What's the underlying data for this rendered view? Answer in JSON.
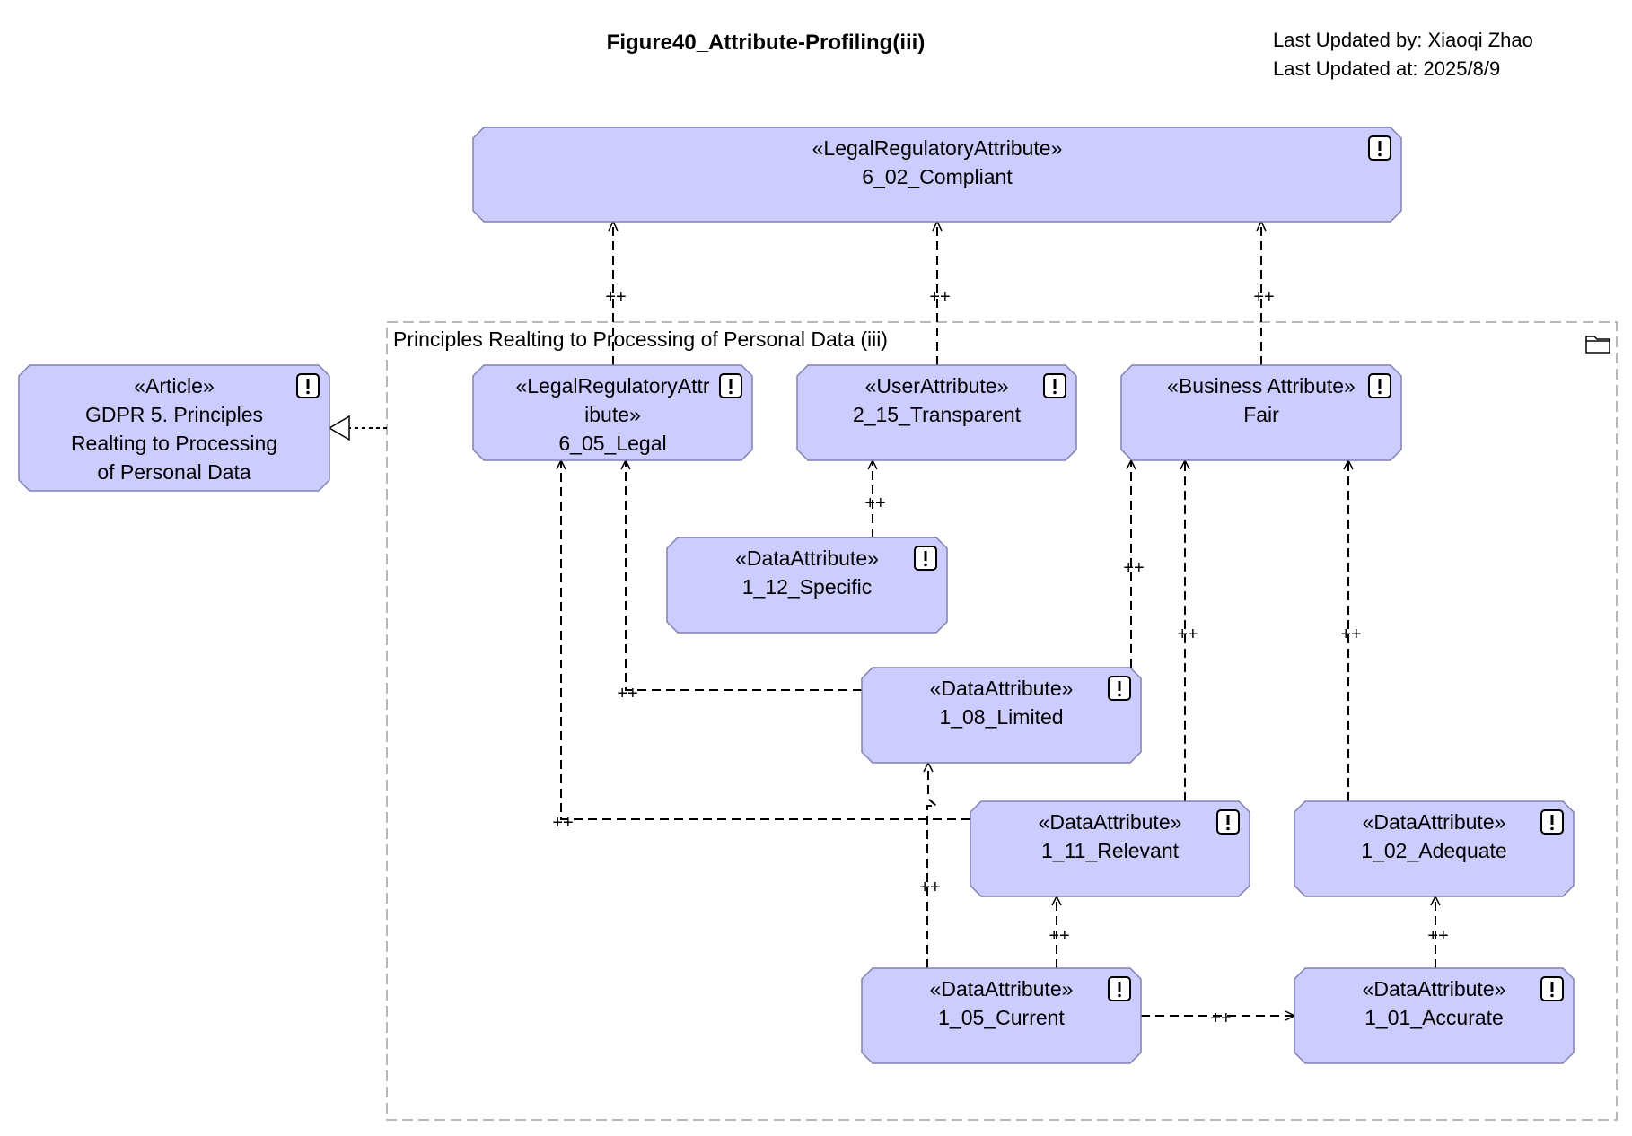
{
  "header": {
    "title": "Figure40_Attribute-Profiling(iii)",
    "updated_by": "Last Updated by: Xiaoqi Zhao",
    "updated_at": "Last Updated at: 2025/8/9"
  },
  "colors": {
    "node_fill": "#ccccff",
    "node_stroke": "#8080b0",
    "package_stroke": "#a0a0a0",
    "edge": "#000000"
  },
  "package": {
    "label": "Principles Realting to Processing of Personal Data (iii)",
    "icon": "folder-icon"
  },
  "nodes": [
    {
      "id": "compliant",
      "lines": [
        "«LegalRegulatoryAttribute»",
        "6_02_Compliant"
      ],
      "icon": "exclamation-icon"
    },
    {
      "id": "article",
      "lines": [
        "«Article»",
        "GDPR 5. Principles",
        "Realting to Processing",
        "of Personal Data"
      ],
      "icon": "exclamation-icon"
    },
    {
      "id": "legal",
      "lines": [
        "«LegalRegulatoryAttr",
        "ibute»",
        "6_05_Legal"
      ],
      "icon": "exclamation-icon"
    },
    {
      "id": "transparent",
      "lines": [
        "«UserAttribute»",
        "2_15_Transparent"
      ],
      "icon": "exclamation-icon"
    },
    {
      "id": "fair",
      "lines": [
        "«Business Attribute»",
        "Fair"
      ],
      "icon": "exclamation-icon"
    },
    {
      "id": "specific",
      "lines": [
        "«DataAttribute»",
        "1_12_Specific"
      ],
      "icon": "exclamation-icon"
    },
    {
      "id": "limited",
      "lines": [
        "«DataAttribute»",
        "1_08_Limited"
      ],
      "icon": "exclamation-icon"
    },
    {
      "id": "relevant",
      "lines": [
        "«DataAttribute»",
        "1_11_Relevant"
      ],
      "icon": "exclamation-icon"
    },
    {
      "id": "adequate",
      "lines": [
        "«DataAttribute»",
        "1_02_Adequate"
      ],
      "icon": "exclamation-icon"
    },
    {
      "id": "current",
      "lines": [
        "«DataAttribute»",
        "1_05_Current"
      ],
      "icon": "exclamation-icon"
    },
    {
      "id": "accurate",
      "lines": [
        "«DataAttribute»",
        "1_01_Accurate"
      ],
      "icon": "exclamation-icon"
    }
  ],
  "edges": [
    {
      "id": "legal-compliant",
      "from": "legal",
      "to": "compliant",
      "label": "++"
    },
    {
      "id": "transparent-compliant",
      "from": "transparent",
      "to": "compliant",
      "label": "++"
    },
    {
      "id": "fair-compliant",
      "from": "fair",
      "to": "compliant",
      "label": "++"
    },
    {
      "id": "specific-transparent",
      "from": "specific",
      "to": "transparent",
      "label": "++"
    },
    {
      "id": "limited-legal",
      "from": "limited",
      "to": "legal",
      "label": "++"
    },
    {
      "id": "limited-fair",
      "from": "limited",
      "to": "fair",
      "label": "++"
    },
    {
      "id": "relevant-legal",
      "from": "relevant",
      "to": "legal",
      "label": "++"
    },
    {
      "id": "relevant-fair",
      "from": "relevant",
      "to": "fair",
      "label": "++"
    },
    {
      "id": "adequate-fair",
      "from": "adequate",
      "to": "fair",
      "label": "++"
    },
    {
      "id": "current-limited",
      "from": "current",
      "to": "limited",
      "label": "++"
    },
    {
      "id": "current-relevant",
      "from": "current",
      "to": "relevant",
      "label": "++"
    },
    {
      "id": "accurate-adequate",
      "from": "accurate",
      "to": "adequate",
      "label": "++"
    },
    {
      "id": "current-accurate",
      "from": "current",
      "to": "accurate",
      "label": "++"
    },
    {
      "id": "package-article",
      "from": "package",
      "to": "article",
      "label": ""
    }
  ]
}
